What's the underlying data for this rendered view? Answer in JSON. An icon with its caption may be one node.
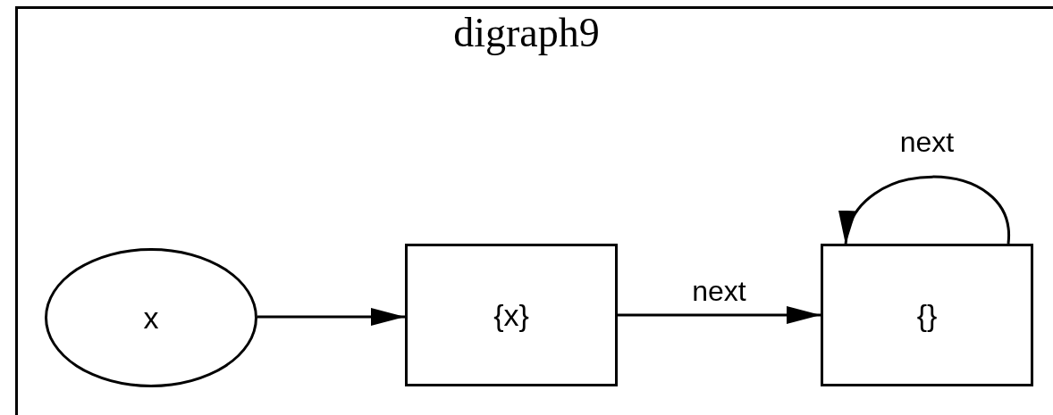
{
  "diagram": {
    "title": "digraph9",
    "nodes": [
      {
        "text": [
          "x"
        ]
      },
      {
        "text": [
          "{x}"
        ]
      },
      {
        "text": [
          "{}"
        ]
      }
    ],
    "edges": [
      {
        "from": 0,
        "to": 1,
        "arrow": "to"
      },
      {
        "from": 1,
        "to": 2,
        "arrow": "to",
        "label": "next"
      },
      {
        "from": 2,
        "to": 2,
        "arrow": "to",
        "label": "next"
      }
    ]
  }
}
